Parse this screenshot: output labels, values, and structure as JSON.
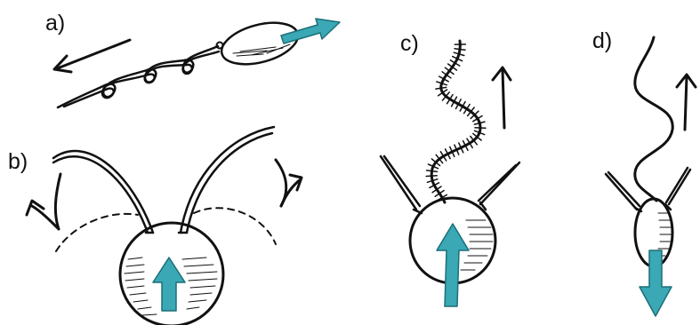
{
  "panels": [
    {
      "label": "a)",
      "name": "spirillum-with-corkscrew-flagellum"
    },
    {
      "label": "b)",
      "name": "cell-with-two-beating-flagella"
    },
    {
      "label": "c)",
      "name": "cell-with-hairy-flagellum"
    },
    {
      "label": "d)",
      "name": "cell-with-smooth-flagellum"
    }
  ],
  "colors": {
    "ink": "#111111",
    "swim_arrow": "#3aa8b5",
    "swim_arrow_outline": "#1c6f78",
    "background": "#ffffff"
  }
}
